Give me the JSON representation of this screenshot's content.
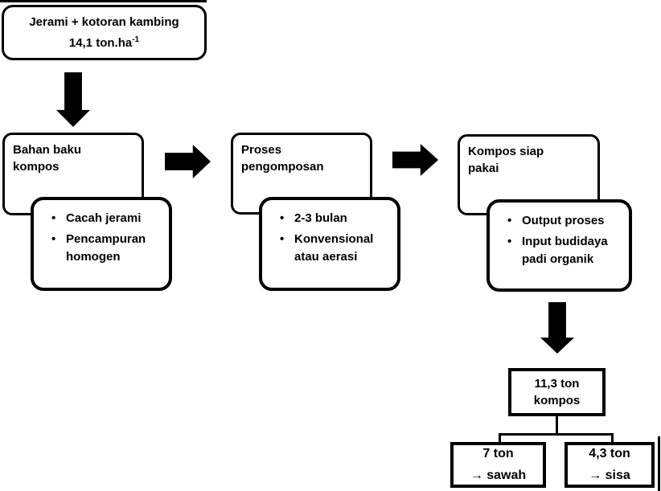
{
  "colors": {
    "ink": "#000000",
    "background": "#ffffff"
  },
  "source_box": {
    "line1": "Jerami + kotoran kambing",
    "amount": "14,1 ton.ha",
    "amount_sup": "-1"
  },
  "stages": [
    {
      "title": "Bahan baku\nkompos",
      "bullets": [
        {
          "bullet": "•",
          "text": "Cacah jerami"
        },
        {
          "bullet": "•",
          "text": "Pencampuran\nhomogen"
        }
      ]
    },
    {
      "title": "Proses\npengomposan",
      "bullets": [
        {
          "bullet": "•",
          "text": "2-3 bulan"
        },
        {
          "bullet": "•",
          "text": "Konvensional\natau aerasi"
        }
      ]
    },
    {
      "title": "Kompos  siap\npakai",
      "bullets": [
        {
          "bullet": "•",
          "text": "Output proses"
        },
        {
          "bullet": "•",
          "text": "Input budidaya\npadi organik"
        }
      ]
    }
  ],
  "output_box": {
    "text": "11,3 ton\nkompos"
  },
  "leaf_boxes": [
    {
      "line1": "7 ton",
      "line2": "→ sawah"
    },
    {
      "line1": "4,3 ton",
      "line2": "→ sisa"
    }
  ]
}
